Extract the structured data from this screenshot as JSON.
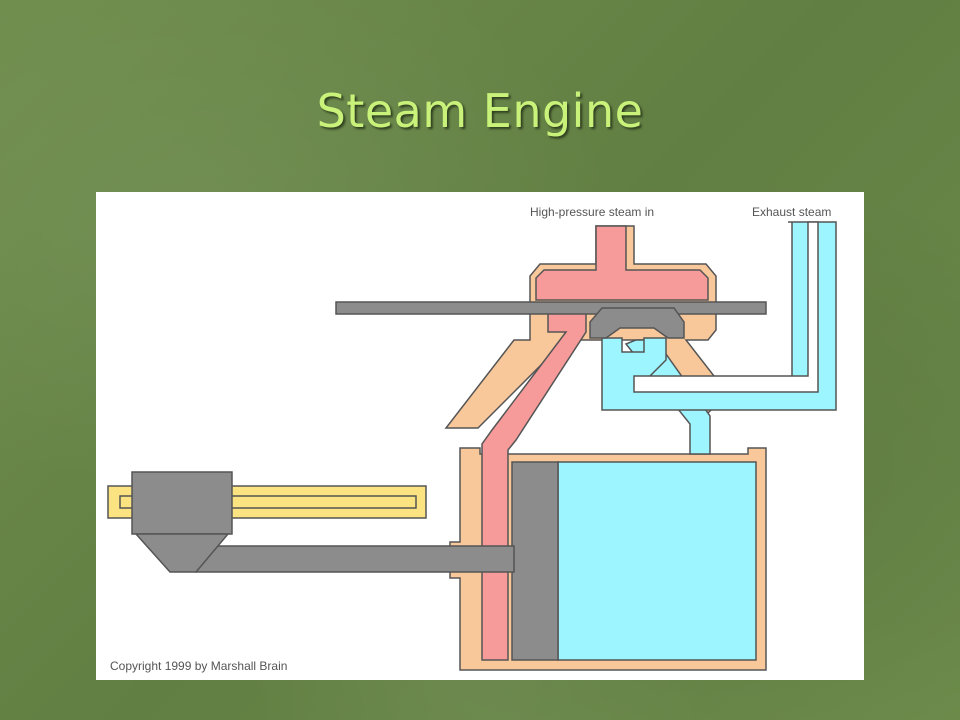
{
  "slide": {
    "title": "Steam Engine"
  },
  "diagram": {
    "labels": {
      "steam_in": "High-pressure steam in",
      "exhaust": "Exhaust steam",
      "copyright": "Copyright 1999 by Marshall Brain"
    },
    "colors": {
      "casing": "#f8c79a",
      "steam": "#f69a9a",
      "exhaust": "#9cf5ff",
      "metal": "#8c8c8c",
      "rail": "#fbe382",
      "outline": "#555555",
      "title": "#c9f27a",
      "background": "#6b8a4a"
    }
  }
}
